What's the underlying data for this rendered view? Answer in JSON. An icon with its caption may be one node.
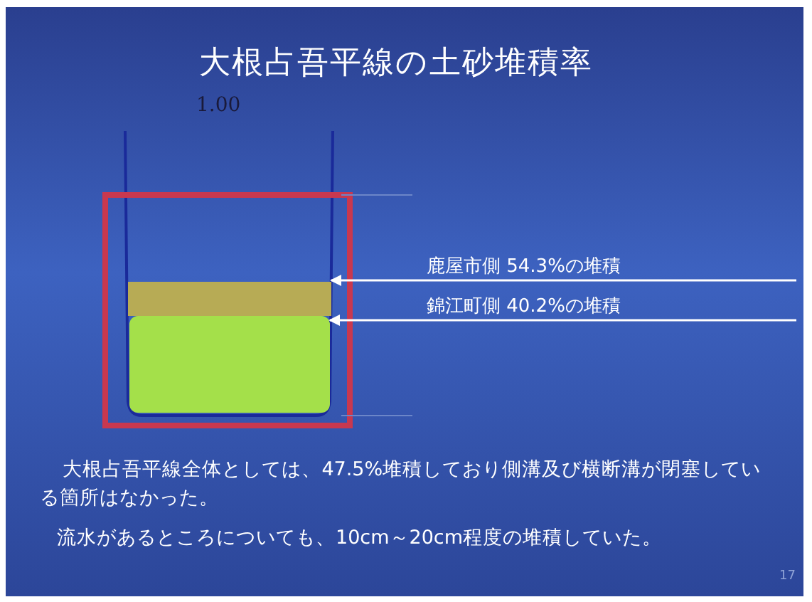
{
  "diagram": {
    "title": "大根占吾平線の土砂堆積率",
    "nodes": [
      {
        "text": [
          "鹿屋市側 54.3%の堆積"
        ]
      },
      {
        "text": [
          "錦江町側 40.2%の堆積"
        ]
      },
      {
        "text": [],
        "shape": "bar"
      },
      {
        "text": [],
        "shape": "bar"
      }
    ],
    "edges": [
      {
        "from": 0,
        "to": 2,
        "arrow": "to"
      },
      {
        "from": 1,
        "to": 3,
        "arrow": "to"
      }
    ],
    "labels": [
      "1.00",
      "大根占吾平線全体としては、47.5%堆積しており側溝及び横断溝が閉塞している箇所はなかった。",
      "流水があるところについても、10cm～20cm程度の堆積していた。",
      "17"
    ]
  }
}
